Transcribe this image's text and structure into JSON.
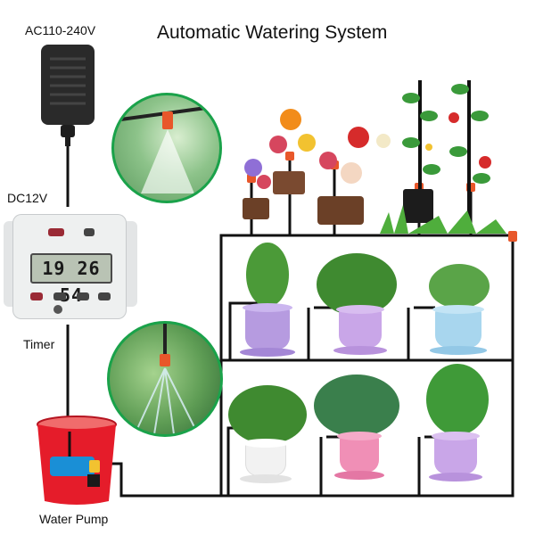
{
  "title": "Automatic Watering System",
  "labels": {
    "power": "AC110-240V",
    "dc": "DC12V",
    "timer": "Timer",
    "pump": "Water Pump"
  },
  "timer_display": "19 26 54",
  "colors": {
    "tube": "#111111",
    "nozzle": "#e8572a",
    "circle_border": "#1aa24a",
    "bucket": "#e51c2a",
    "pump": "#1a8fd6",
    "pot_purple": "#b69be0",
    "pot_blue": "#a8d6ee",
    "pot_white": "#f2f2f2",
    "pot_pink": "#f08fb6",
    "pot_violet": "#c9a6e8"
  },
  "icons": [
    "power-adapter-icon",
    "timer-device-icon",
    "mist-nozzle-icon",
    "drip-nozzle-icon",
    "water-pump-icon",
    "potted-plant-icon"
  ]
}
